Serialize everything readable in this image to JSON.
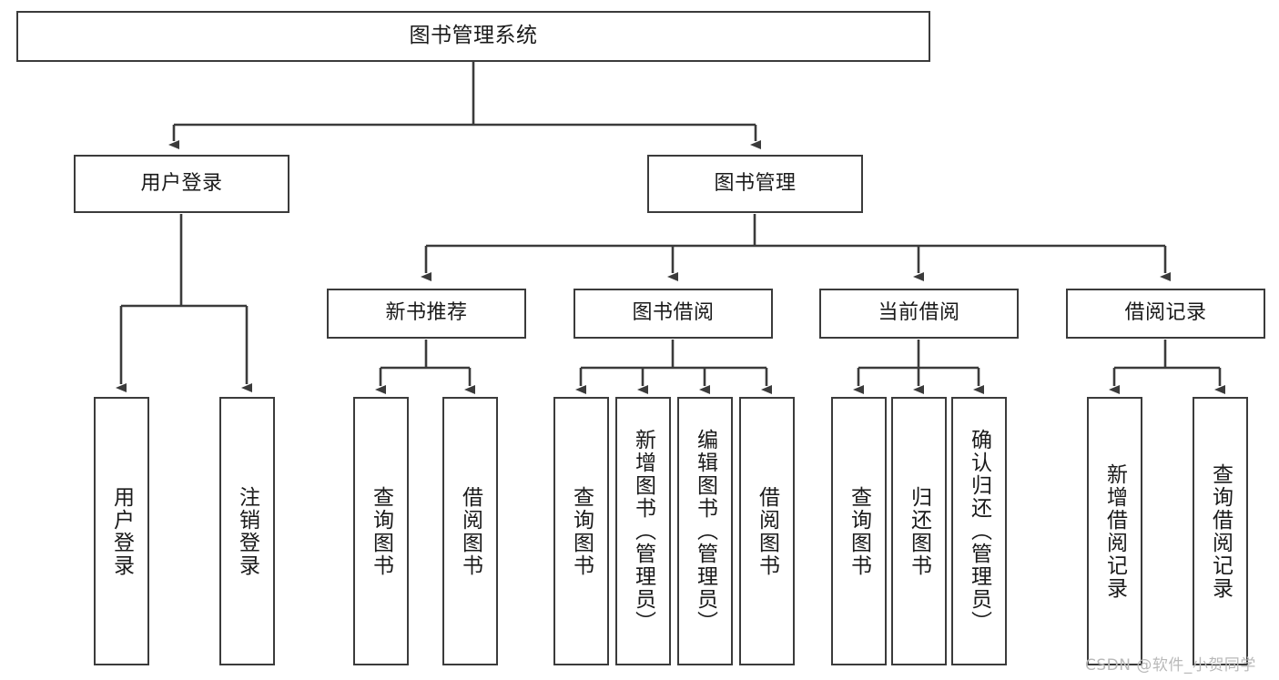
{
  "diagram": {
    "title": "图书管理系统",
    "type": "tree-hierarchy-diagram",
    "root": {
      "id": "root",
      "label": "图书管理系统",
      "orientation": "horizontal"
    },
    "level2": [
      {
        "id": "user-login",
        "label": "用户登录",
        "orientation": "horizontal"
      },
      {
        "id": "book-management",
        "label": "图书管理",
        "orientation": "horizontal"
      }
    ],
    "level3": [
      {
        "id": "new-book-recommend",
        "label": "新书推荐",
        "orientation": "horizontal",
        "parent": "book-management"
      },
      {
        "id": "book-borrow",
        "label": "图书借阅",
        "orientation": "horizontal",
        "parent": "book-management"
      },
      {
        "id": "current-borrow",
        "label": "当前借阅",
        "orientation": "horizontal",
        "parent": "book-management"
      },
      {
        "id": "borrow-record",
        "label": "借阅记录",
        "orientation": "horizontal",
        "parent": "book-management"
      }
    ],
    "leaves": [
      {
        "id": "leaf-user-login",
        "label": "用户登录",
        "parent": "user-login"
      },
      {
        "id": "leaf-user-logout",
        "label": "注销登录",
        "parent": "user-login"
      },
      {
        "id": "leaf-query-book-1",
        "label": "查询图书",
        "parent": "new-book-recommend"
      },
      {
        "id": "leaf-borrow-book-1",
        "label": "借阅图书",
        "parent": "new-book-recommend"
      },
      {
        "id": "leaf-query-book-2",
        "label": "查询图书",
        "parent": "book-borrow"
      },
      {
        "id": "leaf-add-book",
        "label": "新增图书（管理员）",
        "parent": "book-borrow"
      },
      {
        "id": "leaf-edit-book",
        "label": "编辑图书（管理员）",
        "parent": "book-borrow"
      },
      {
        "id": "leaf-borrow-book-2",
        "label": "借阅图书",
        "parent": "book-borrow"
      },
      {
        "id": "leaf-query-book-3",
        "label": "查询图书",
        "parent": "current-borrow"
      },
      {
        "id": "leaf-return-book",
        "label": "归还图书",
        "parent": "current-borrow"
      },
      {
        "id": "leaf-confirm-return",
        "label": "确认归还（管理员）",
        "parent": "current-borrow"
      },
      {
        "id": "leaf-add-record",
        "label": "新增借阅记录",
        "parent": "borrow-record"
      },
      {
        "id": "leaf-query-record",
        "label": "查询借阅记录",
        "parent": "borrow-record"
      }
    ],
    "colors": {
      "box_border": "#3b3b3b",
      "box_fill": "#ffffff",
      "connector": "#3b3b3b",
      "text": "#1a1a1a",
      "watermark": "#b9b9b9"
    }
  },
  "watermark": {
    "text": "CSDN @软件_小贺同学"
  }
}
